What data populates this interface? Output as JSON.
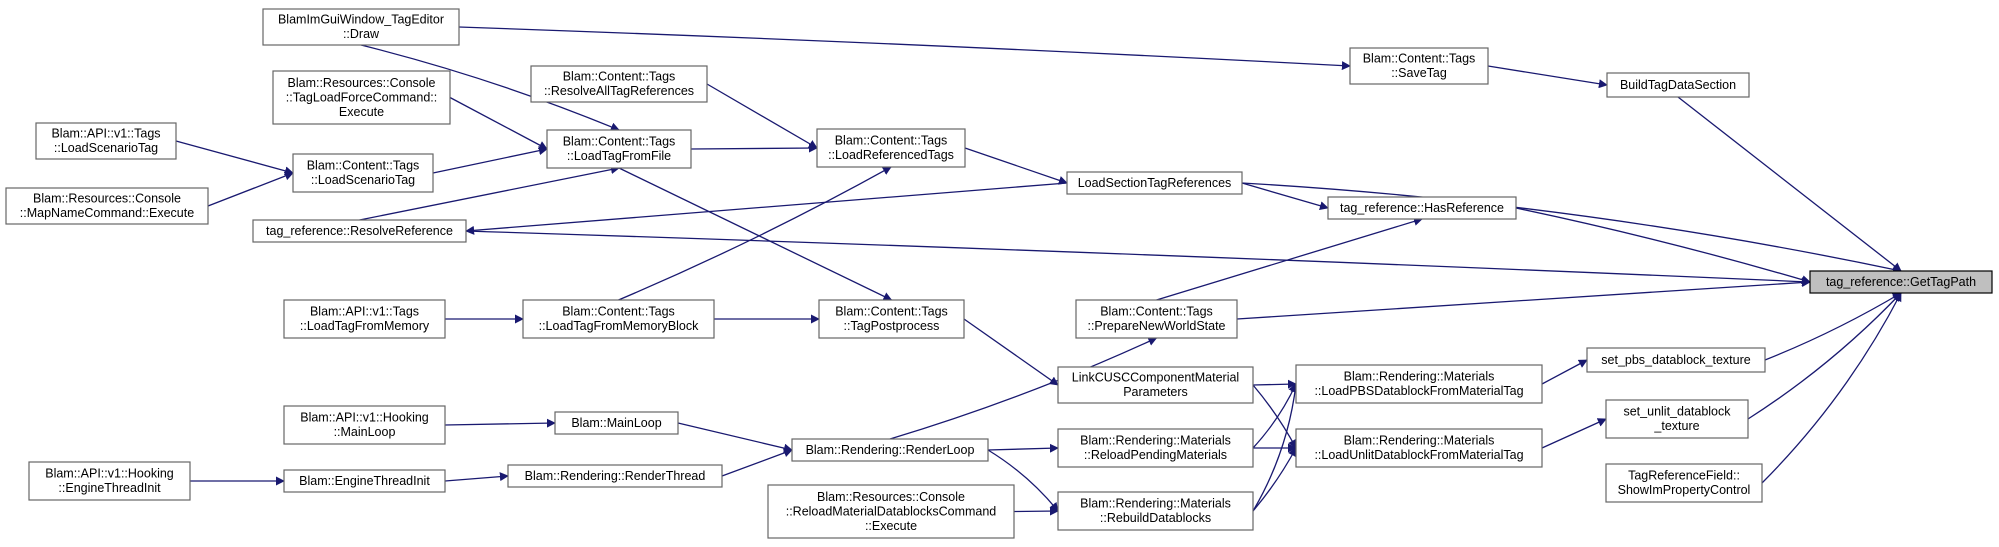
{
  "diagram": {
    "type": "call-graph",
    "focus_node": "n_get",
    "nodes": [
      {
        "id": "n_get",
        "lines": [
          "tag_reference::GetTagPath"
        ],
        "highlight": true
      },
      {
        "id": "n_build",
        "lines": [
          "BuildTagDataSection"
        ]
      },
      {
        "id": "n_savetag",
        "lines": [
          "Blam::Content::Tags",
          "::SaveTag"
        ]
      },
      {
        "id": "n_imgui",
        "lines": [
          "BlamImGuiWindow_TagEditor",
          "::Draw"
        ]
      },
      {
        "id": "n_loadsection",
        "lines": [
          "LoadSectionTagReferences"
        ]
      },
      {
        "id": "n_loadref",
        "lines": [
          "Blam::Content::Tags",
          "::LoadReferencedTags"
        ]
      },
      {
        "id": "n_resolveall",
        "lines": [
          "Blam::Content::Tags",
          "::ResolveAllTagReferences"
        ]
      },
      {
        "id": "n_loadfromfile",
        "lines": [
          "Blam::Content::Tags",
          "::LoadTagFromFile"
        ]
      },
      {
        "id": "n_forcecmd",
        "lines": [
          "Blam::Resources::Console",
          "::TagLoadForceCommand::",
          "Execute"
        ]
      },
      {
        "id": "n_loadscen",
        "lines": [
          "Blam::Content::Tags",
          "::LoadScenarioTag"
        ]
      },
      {
        "id": "n_apiloadscen",
        "lines": [
          "Blam::API::v1::Tags",
          "::LoadScenarioTag"
        ]
      },
      {
        "id": "n_mapname",
        "lines": [
          "Blam::Resources::Console",
          "::MapNameCommand::Execute"
        ]
      },
      {
        "id": "n_resolve",
        "lines": [
          "tag_reference::ResolveReference"
        ]
      },
      {
        "id": "n_hasref",
        "lines": [
          "tag_reference::HasReference"
        ]
      },
      {
        "id": "n_prepare",
        "lines": [
          "Blam::Content::Tags",
          "::PrepareNewWorldState"
        ]
      },
      {
        "id": "n_postprocess",
        "lines": [
          "Blam::Content::Tags",
          "::TagPostprocess"
        ]
      },
      {
        "id": "n_loadmemblock",
        "lines": [
          "Blam::Content::Tags",
          "::LoadTagFromMemoryBlock"
        ]
      },
      {
        "id": "n_apiloadmem",
        "lines": [
          "Blam::API::v1::Tags",
          "::LoadTagFromMemory"
        ]
      },
      {
        "id": "n_link",
        "lines": [
          "LinkCUSCComponentMaterial",
          "Parameters"
        ]
      },
      {
        "id": "n_loadpbs",
        "lines": [
          "Blam::Rendering::Materials",
          "::LoadPBSDatablockFromMaterialTag"
        ]
      },
      {
        "id": "n_setpbs",
        "lines": [
          "set_pbs_datablock_texture"
        ]
      },
      {
        "id": "n_setunlit",
        "lines": [
          "set_unlit_datablock",
          "_texture"
        ]
      },
      {
        "id": "n_loadunlit",
        "lines": [
          "Blam::Rendering::Materials",
          "::LoadUnlitDatablockFromMaterialTag"
        ]
      },
      {
        "id": "n_reloadpending",
        "lines": [
          "Blam::Rendering::Materials",
          "::ReloadPendingMaterials"
        ]
      },
      {
        "id": "n_rebuild",
        "lines": [
          "Blam::Rendering::Materials",
          "::RebuildDatablocks"
        ]
      },
      {
        "id": "n_reloadcmd",
        "lines": [
          "Blam::Resources::Console",
          "::ReloadMaterialDatablocksCommand",
          "::Execute"
        ]
      },
      {
        "id": "n_renderloop",
        "lines": [
          "Blam::Rendering::RenderLoop"
        ]
      },
      {
        "id": "n_mainloop",
        "lines": [
          "Blam::MainLoop"
        ]
      },
      {
        "id": "n_apihookmain",
        "lines": [
          "Blam::API::v1::Hooking",
          "::MainLoop"
        ]
      },
      {
        "id": "n_renderthread",
        "lines": [
          "Blam::Rendering::RenderThread"
        ]
      },
      {
        "id": "n_enginethread",
        "lines": [
          "Blam::EngineThreadInit"
        ]
      },
      {
        "id": "n_apihookengine",
        "lines": [
          "Blam::API::v1::Hooking",
          "::EngineThreadInit"
        ]
      },
      {
        "id": "n_tagreffield",
        "lines": [
          "TagReferenceField::",
          "ShowImPropertyControl"
        ]
      }
    ],
    "edges": [
      {
        "from": "n_build",
        "to": "n_get"
      },
      {
        "from": "n_loadsection",
        "to": "n_get"
      },
      {
        "from": "n_hasref",
        "to": "n_get"
      },
      {
        "from": "n_resolve",
        "to": "n_get"
      },
      {
        "from": "n_prepare",
        "to": "n_get"
      },
      {
        "from": "n_setpbs",
        "to": "n_get"
      },
      {
        "from": "n_setunlit",
        "to": "n_get"
      },
      {
        "from": "n_tagreffield",
        "to": "n_get"
      },
      {
        "from": "n_savetag",
        "to": "n_build"
      },
      {
        "from": "n_imgui",
        "to": "n_savetag"
      },
      {
        "from": "n_imgui",
        "to": "n_loadfromfile"
      },
      {
        "from": "n_loadref",
        "to": "n_loadsection"
      },
      {
        "from": "n_loadsection",
        "to": "n_hasref"
      },
      {
        "from": "n_loadsection",
        "to": "n_resolve"
      },
      {
        "from": "n_resolveall",
        "to": "n_loadref"
      },
      {
        "from": "n_loadfromfile",
        "to": "n_loadref"
      },
      {
        "from": "n_loadmemblock",
        "to": "n_loadref"
      },
      {
        "from": "n_forcecmd",
        "to": "n_loadfromfile"
      },
      {
        "from": "n_loadscen",
        "to": "n_loadfromfile"
      },
      {
        "from": "n_resolve",
        "to": "n_loadfromfile"
      },
      {
        "from": "n_apiloadscen",
        "to": "n_loadscen"
      },
      {
        "from": "n_mapname",
        "to": "n_loadscen"
      },
      {
        "from": "n_loadfromfile",
        "to": "n_postprocess"
      },
      {
        "from": "n_loadmemblock",
        "to": "n_postprocess"
      },
      {
        "from": "n_apiloadmem",
        "to": "n_loadmemblock"
      },
      {
        "from": "n_prepare",
        "to": "n_hasref"
      },
      {
        "from": "n_renderloop",
        "to": "n_prepare"
      },
      {
        "from": "n_postprocess",
        "to": "n_link"
      },
      {
        "from": "n_link",
        "to": "n_loadpbs"
      },
      {
        "from": "n_loadpbs",
        "to": "n_setpbs"
      },
      {
        "from": "n_loadunlit",
        "to": "n_setunlit"
      },
      {
        "from": "n_reloadpending",
        "to": "n_loadpbs"
      },
      {
        "from": "n_reloadpending",
        "to": "n_loadunlit"
      },
      {
        "from": "n_rebuild",
        "to": "n_loadpbs"
      },
      {
        "from": "n_rebuild",
        "to": "n_loadunlit"
      },
      {
        "from": "n_link",
        "to": "n_loadunlit"
      },
      {
        "from": "n_renderloop",
        "to": "n_reloadpending"
      },
      {
        "from": "n_renderloop",
        "to": "n_rebuild"
      },
      {
        "from": "n_reloadcmd",
        "to": "n_rebuild"
      },
      {
        "from": "n_mainloop",
        "to": "n_renderloop"
      },
      {
        "from": "n_renderthread",
        "to": "n_renderloop"
      },
      {
        "from": "n_apihookmain",
        "to": "n_mainloop"
      },
      {
        "from": "n_enginethread",
        "to": "n_renderthread"
      },
      {
        "from": "n_apihookengine",
        "to": "n_enginethread"
      }
    ]
  }
}
